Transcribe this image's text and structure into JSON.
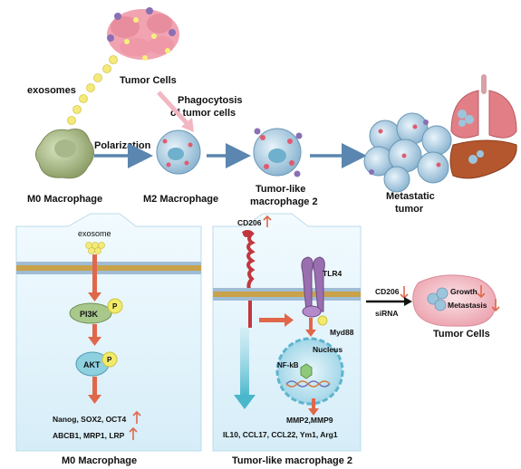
{
  "top": {
    "tumor_cells": "Tumor Cells",
    "exosomes": "exosomes",
    "phagocytosis_line1": "Phagocytosis",
    "phagocytosis_line2": "of tumor cells",
    "polarization": "Polarization",
    "m0": "M0 Macrophage",
    "m2": "M2 Macrophage",
    "tlm_line1": "Tumor-like",
    "tlm_line2": "macrophage 2",
    "metastatic_line1": "Metastatic",
    "metastatic_line2": "tumor"
  },
  "left_panel": {
    "exosome": "exosome",
    "pi3k": "PI3K",
    "akt": "AKT",
    "p1": "P",
    "p2": "P",
    "genes_line1": "Nanog, SOX2, OCT4",
    "genes_line2": "ABCB1, MRP1, LRP",
    "caption": "M0 Macrophage"
  },
  "right_panel": {
    "cd206": "CD206",
    "tlr4": "TLR4",
    "myd88": "Myd88",
    "nucleus": "Nucleus",
    "nfkb": "NF-kB",
    "mmp": "MMP2,MMP9",
    "cytokines": "IL10, CCL17, CCL22, Ym1, Arg1",
    "caption": "Tumor-like macrophage 2"
  },
  "side": {
    "cd206": "CD206",
    "sirna": "siRNA",
    "growth": "Growth",
    "metastasis": "Metastasis",
    "tumor_cells": "Tumor Cells"
  },
  "colors": {
    "arrow_blue": "#5a86b0",
    "arrow_red": "#e0674a",
    "panel_blue": "#cfe8f5",
    "membrane": "#c9a24a"
  }
}
